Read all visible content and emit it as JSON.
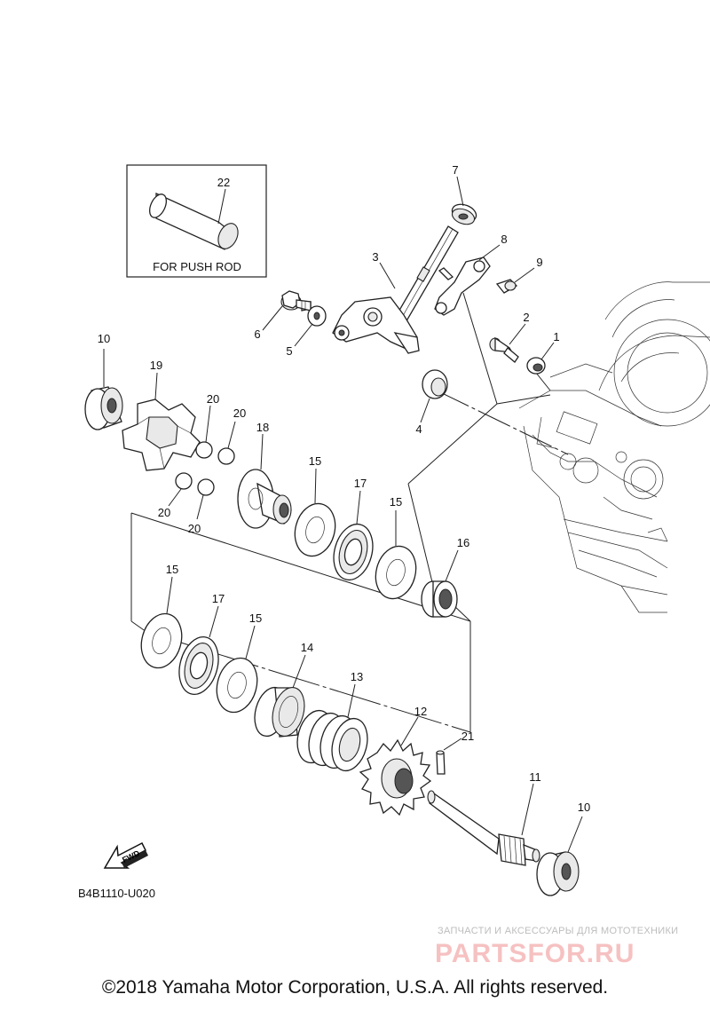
{
  "inset_caption": "FOR PUSH ROD",
  "diagram_code": "B4B1110-U020",
  "fwd_label": "FWD",
  "copyright": "©2018 Yamaha Motor Corporation, U.S.A. All rights reserved.",
  "watermark": {
    "tagline": "ЗАПЧАСТИ И АКСЕССУАРЫ ДЛЯ МОТОТЕХНИКИ",
    "brand": "PARTSFOR.RU"
  },
  "callouts": [
    {
      "number": "22"
    },
    {
      "number": "7"
    },
    {
      "number": "8"
    },
    {
      "number": "9"
    },
    {
      "number": "3"
    },
    {
      "number": "6"
    },
    {
      "number": "5"
    },
    {
      "number": "2"
    },
    {
      "number": "1"
    },
    {
      "number": "4"
    },
    {
      "number": "10"
    },
    {
      "number": "19"
    },
    {
      "number": "20"
    },
    {
      "number": "20"
    },
    {
      "number": "20"
    },
    {
      "number": "20"
    },
    {
      "number": "18"
    },
    {
      "number": "15"
    },
    {
      "number": "17"
    },
    {
      "number": "15"
    },
    {
      "number": "16"
    },
    {
      "number": "15"
    },
    {
      "number": "17"
    },
    {
      "number": "15"
    },
    {
      "number": "14"
    },
    {
      "number": "13"
    },
    {
      "number": "12"
    },
    {
      "number": "21"
    },
    {
      "number": "11"
    },
    {
      "number": "10"
    }
  ]
}
